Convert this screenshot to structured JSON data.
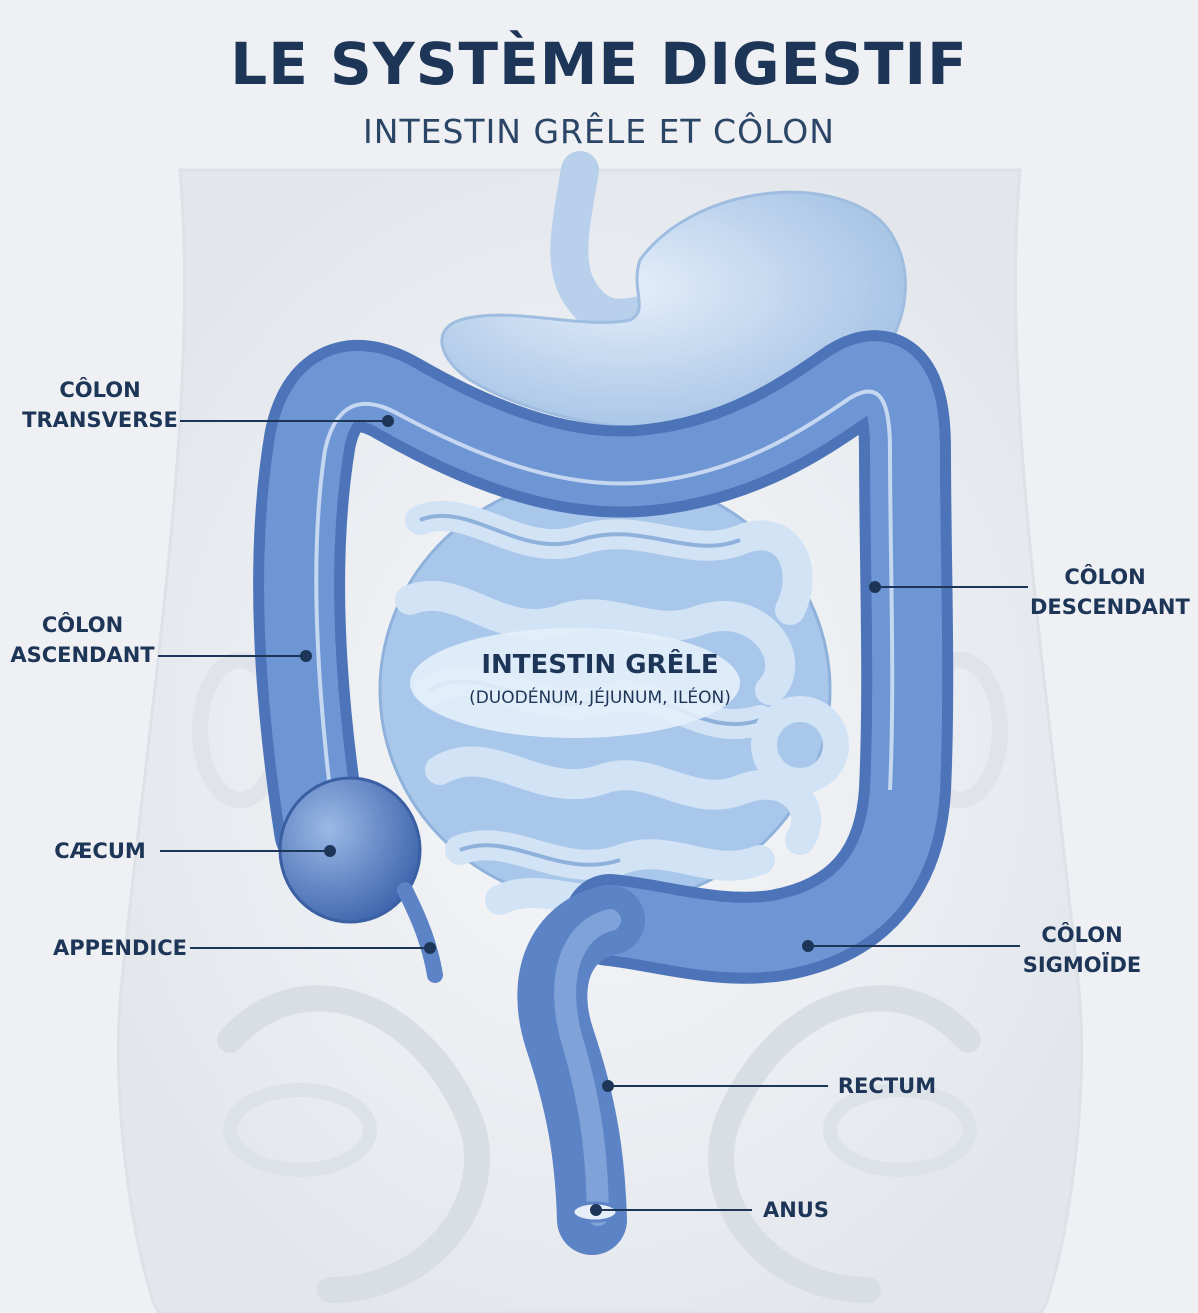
{
  "header": {
    "title": "LE SYSTÈME DIGESTIF",
    "subtitle": "INTESTIN GRÊLE ET CÔLON"
  },
  "center_label": {
    "title": "INTESTIN GRÊLE",
    "subtitle": "(DUODÉNUM, JÉJUNUM, ILÉON)"
  },
  "labels": {
    "colon_transverse": {
      "line1": "CÔLON",
      "line2": "TRANSVERSE"
    },
    "colon_ascendant": {
      "line1": "CÔLON",
      "line2": "ASCENDANT"
    },
    "caecum": "CÆCUM",
    "appendice": "APPENDICE",
    "colon_descendant": {
      "line1": "CÔLON",
      "line2": "DESCENDANT"
    },
    "colon_sigmoide": {
      "line1": "CÔLON",
      "line2": "SIGMOÏDE"
    },
    "rectum": "RECTUM",
    "anus": "ANUS"
  },
  "colors": {
    "text": "#1d3557",
    "colon": "#5f86c8",
    "small_intestine": "#b9d3ef",
    "stomach": "#c3d9f0",
    "background": "#eef0f3"
  }
}
